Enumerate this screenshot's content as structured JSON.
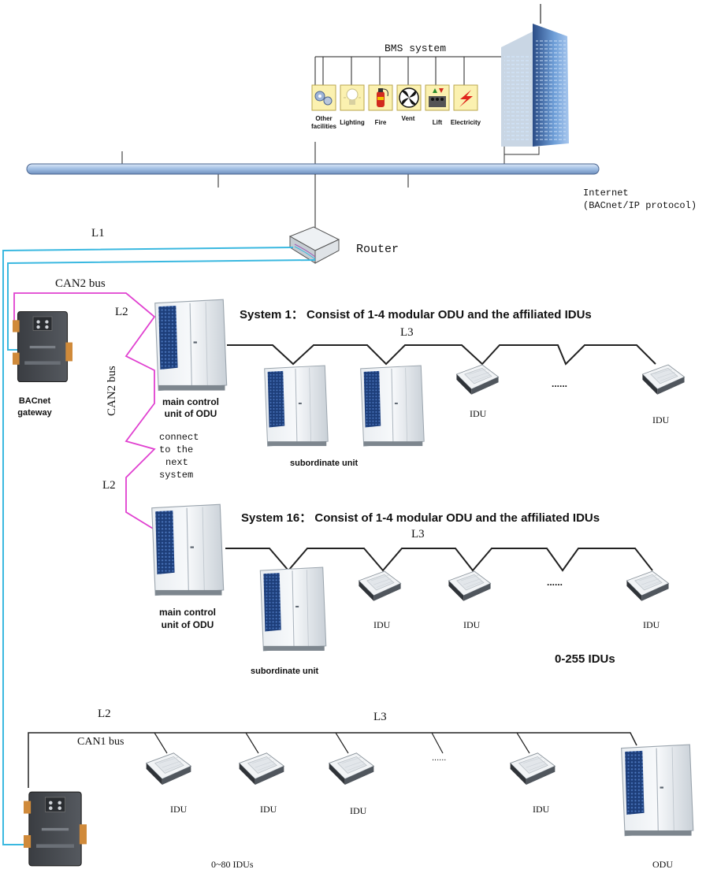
{
  "bms": {
    "title": "BMS system",
    "facilities": [
      {
        "label": "Other facilities",
        "icon": "gears-icon"
      },
      {
        "label": "Lighting",
        "icon": "lightbulb-icon"
      },
      {
        "label": "Fire",
        "icon": "fire-extinguisher-icon"
      },
      {
        "label": "Vent",
        "icon": "fan-icon"
      },
      {
        "label": "Lift",
        "icon": "lift-icon"
      },
      {
        "label": "Electricity",
        "icon": "lightning-icon"
      }
    ]
  },
  "network": {
    "internet_line1": "Internet",
    "internet_line2": "(BACnet/IP protocol)",
    "router": "Router",
    "l1": "L1"
  },
  "gateway": {
    "label_line1": "BACnet",
    "label_line2": "gateway"
  },
  "bus_labels": {
    "can2_top": "CAN2 bus",
    "can2_vertical": "CAN2 bus",
    "l2_a": "L2",
    "l2_b": "L2",
    "l2_c": "L2",
    "can1": "CAN1 bus",
    "connect_line1": "connect",
    "connect_line2": "to the",
    "connect_line3": "next",
    "connect_line4": "system"
  },
  "system1": {
    "title": "System 1： Consist of 1-4 modular ODU and the affiliated IDUs",
    "l3": "L3",
    "main_line1": "main control",
    "main_line2": "unit of ODU",
    "subordinate": "subordinate unit",
    "idu_a": "IDU",
    "idu_b": "IDU",
    "dots": "......"
  },
  "system16": {
    "title": "System 16： Consist of 1-4 modular ODU and the affiliated IDUs",
    "l3": "L3",
    "main_line1": "main control",
    "main_line2": "unit of ODU",
    "subordinate": "subordinate unit",
    "idu_a": "IDU",
    "idu_b": "IDU",
    "idu_c": "IDU",
    "dots": "......",
    "count": "0-255 IDUs"
  },
  "can1_system": {
    "l3": "L3",
    "idu_a": "IDU",
    "idu_b": "IDU",
    "idu_c": "IDU",
    "idu_d": "IDU",
    "dots": "......",
    "count": "0~80 IDUs",
    "odu": "ODU"
  },
  "colors": {
    "can2": "#e040d0",
    "l1": "#3ab8e0",
    "wire": "#222222",
    "pipe": "#a9c4e6"
  }
}
